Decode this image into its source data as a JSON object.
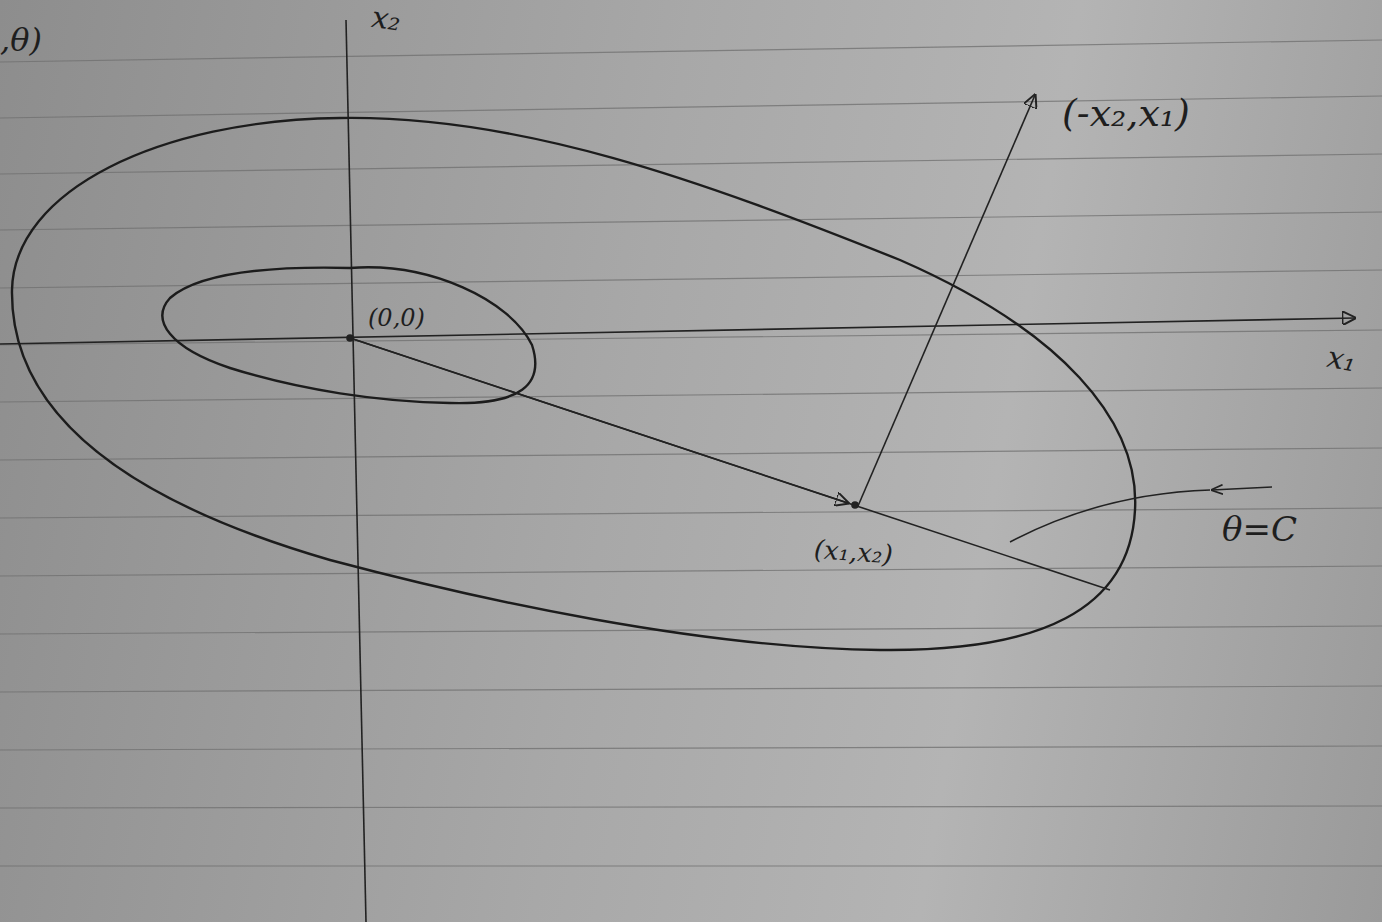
{
  "diagram": {
    "labels": [
      ",θ)",
      "x₂",
      "(0,0)",
      "x₁",
      "(x₁,x₂)",
      "(-x₂,x₁)",
      "θ=C"
    ]
  }
}
